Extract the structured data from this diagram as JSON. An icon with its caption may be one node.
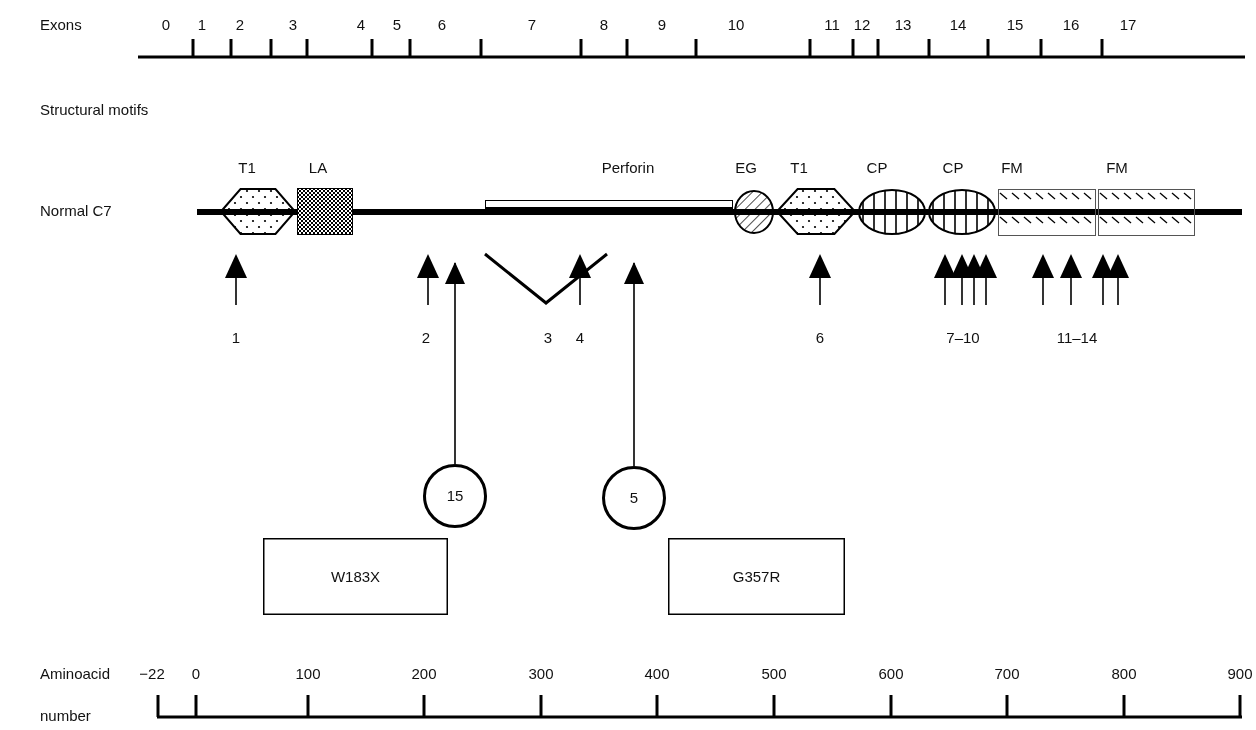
{
  "diagram": {
    "nodes": [
      {
        "text": [
          "T1"
        ]
      },
      {
        "text": [
          "LA"
        ]
      },
      {
        "text": [
          "Perforin"
        ]
      },
      {
        "text": [
          "EG"
        ]
      },
      {
        "text": [
          "T1"
        ]
      },
      {
        "text": [
          "CP"
        ]
      },
      {
        "text": [
          "CP"
        ]
      },
      {
        "text": [
          "FM"
        ]
      },
      {
        "text": [
          "FM"
        ]
      },
      {
        "text": [
          "15"
        ]
      },
      {
        "text": [
          "5"
        ]
      },
      {
        "text": [
          "W183X"
        ]
      },
      {
        "text": [
          "G357R"
        ]
      }
    ],
    "edges": [
      {
        "from": 9,
        "to": null,
        "arrow": "to"
      },
      {
        "from": 10,
        "to": null,
        "arrow": "to"
      }
    ],
    "labels": [
      "Exons",
      "0",
      "1",
      "2",
      "3",
      "4",
      "5",
      "6",
      "7",
      "8",
      "9",
      "10",
      "11",
      "12",
      "13",
      "14",
      "15",
      "16",
      "17",
      "Structural motifs",
      "Normal C7",
      "1",
      "2",
      "3",
      "4",
      "6",
      "7–10",
      "11–14",
      "Aminoacid number",
      "−22",
      "0",
      "100",
      "200",
      "300",
      "400",
      "500",
      "600",
      "700",
      "800",
      "900"
    ]
  }
}
